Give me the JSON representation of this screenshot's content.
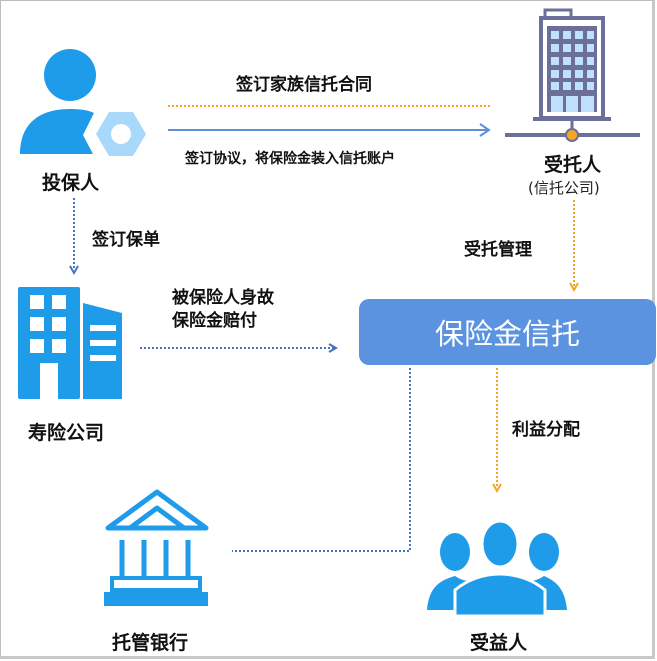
{
  "colors": {
    "primary_blue": "#1e9be9",
    "light_blue": "#a8d8fa",
    "trust_box": "#5b93e0",
    "dotted_blue": "#4472c4",
    "dotted_orange": "#f5a623",
    "building_outline": "#6b6f9a",
    "building_window": "#bfe1fb"
  },
  "nodes": {
    "policyholder": {
      "label": "投保人",
      "icon": "user-gear-icon"
    },
    "trustee": {
      "label": "受托人",
      "sublabel": "(信托公司)",
      "icon": "office-tower-icon"
    },
    "insurer": {
      "label": "寿险公司",
      "icon": "company-building-icon"
    },
    "insurance_trust": {
      "label": "保险金信托"
    },
    "custodian_bank": {
      "label": "托管银行",
      "icon": "bank-icon"
    },
    "beneficiary": {
      "label": "受益人",
      "icon": "group-people-icon"
    }
  },
  "edges": {
    "family_trust_contract": "签订家族信托合同",
    "agreement_transfer": "签订协议，将保险金装入信托账户",
    "sign_policy": "签订保单",
    "death_claim_line1": "被保险人身故",
    "death_claim_line2": "保险金赔付",
    "trust_management": "受托管理",
    "benefit_distribution": "利益分配"
  }
}
